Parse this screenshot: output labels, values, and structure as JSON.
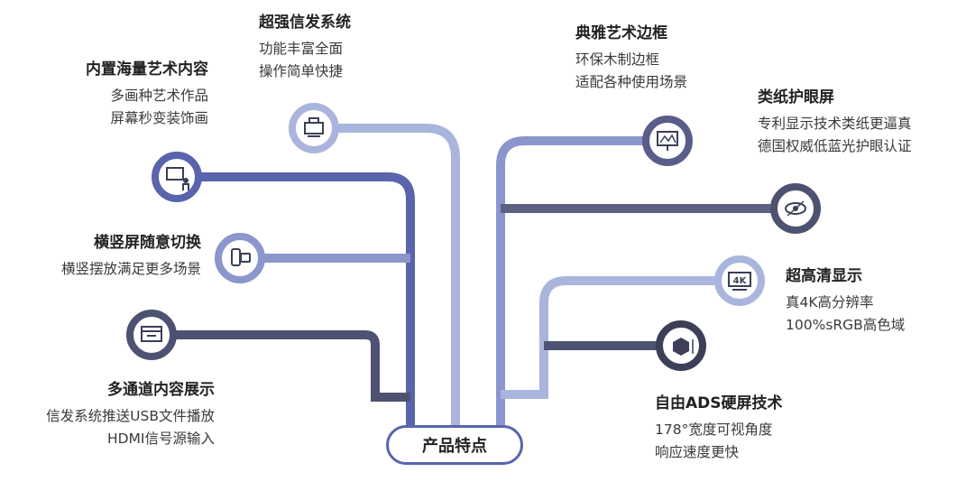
{
  "center_label": "产品特点",
  "features": [
    {
      "id": "art",
      "title": "内置海量艺术内容",
      "lines": [
        "多画种艺术作品",
        "屏幕秒变装饰画"
      ]
    },
    {
      "id": "signage",
      "title": "超强信发系统",
      "lines": [
        "功能丰富全面",
        "操作简单快捷"
      ]
    },
    {
      "id": "rotate",
      "title": "横竖屏随意切换",
      "lines": [
        "横竖摆放满足更多场景"
      ]
    },
    {
      "id": "multichannel",
      "title": "多通道内容展示",
      "lines": [
        "信发系统推送USB文件播放",
        "HDMI信号源输入"
      ]
    },
    {
      "id": "frame",
      "title": "典雅艺术边框",
      "lines": [
        "环保木制边框",
        "适配各种使用场景"
      ]
    },
    {
      "id": "eye",
      "title": "类纸护眼屏",
      "lines": [
        "专利显示技术类纸更逼真",
        "德国权威低蓝光护眼认证"
      ]
    },
    {
      "id": "uhd",
      "title": "超高清显示",
      "lines": [
        "真4K高分辨率",
        "100%sRGB高色域"
      ]
    },
    {
      "id": "ads",
      "title": "自由ADS硬屏技术",
      "lines": [
        "178°宽度可视角度",
        "响应速度更快"
      ]
    }
  ],
  "icon_badge_text": "4K",
  "colors": {
    "dark_blue": "#5964ad",
    "mid_blue": "#8b96cc",
    "light_blue": "#a9b5dc",
    "slate": "#4d5272",
    "dark_slate": "#3c3f57"
  }
}
